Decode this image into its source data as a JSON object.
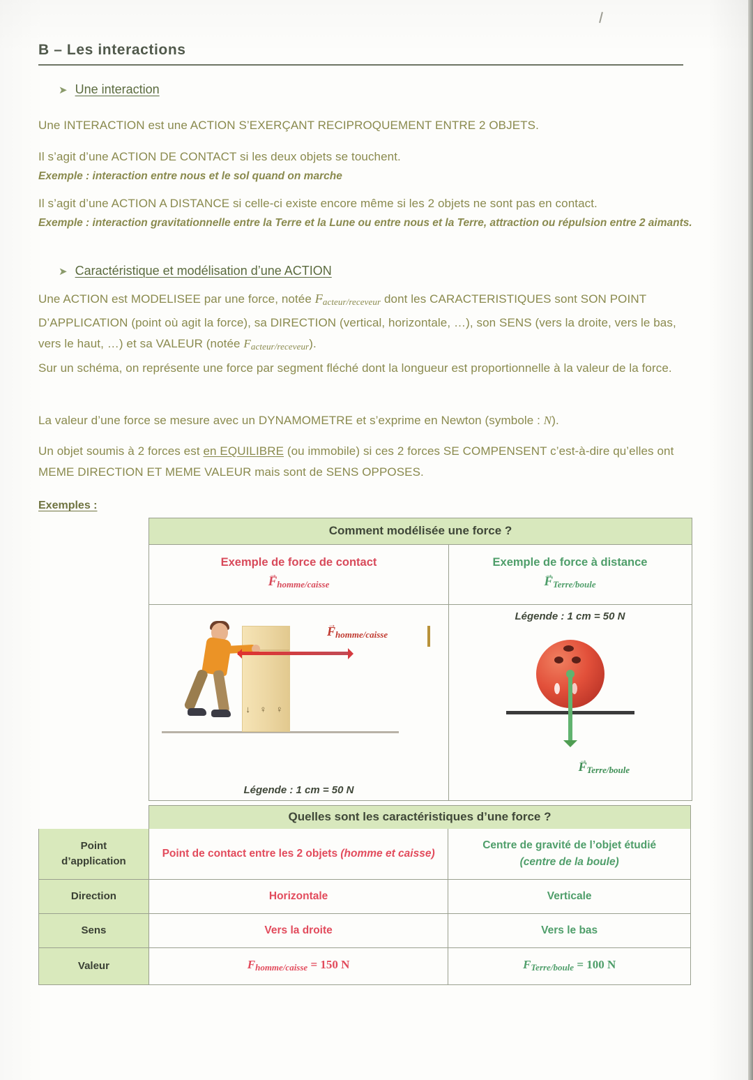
{
  "document": {
    "heading": "B – Les interactions",
    "sections": [
      {
        "bullet_label": "Une interaction",
        "paragraphs": [
          "Une INTERACTION est une ACTION S’EXERÇANT RECIPROQUEMENT ENTRE 2 OBJETS.",
          "Il s’agit d’une ACTION DE CONTACT si les deux objets se touchent.",
          "Il s’agit d’une ACTION A DISTANCE si celle-ci existe encore même si les 2 objets ne sont pas en contact."
        ],
        "examples": [
          "Exemple : interaction entre nous et le sol quand on marche",
          "Exemple : interaction gravitationnelle entre la Terre et la Lune ou entre nous et la Terre, attraction ou répulsion entre 2 aimants."
        ]
      },
      {
        "bullet_label": "Caractéristique et modélisation d’une ACTION",
        "p1_a": "Une ACTION est MODELISEE par une force, notée ",
        "p1_F": "F",
        "p1_sub": "acteur/receveur",
        "p1_b": " dont les CARACTERISTIQUES sont SON POINT D’APPLICATION (point où agit la force), sa DIRECTION (vertical, horizontale, …), son SENS (vers la droite, vers le bas, vers le haut, …) et sa VALEUR (notée ",
        "p1_F2": "F",
        "p1_sub2": "acteur/receveur",
        "p1_c": ").",
        "p2": "Sur un schéma, on représente une force par segment fléché dont la longueur est proportionnelle à la valeur de la force.",
        "p3_a": "La valeur d’une force se mesure avec un DYNAMOMETRE et s’exprime en Newton (symbole : ",
        "p3_N": "N",
        "p3_b": ").",
        "p4_a": "Un objet soumis à 2 forces est ",
        "p4_u": "en EQUILIBRE",
        "p4_b": " (ou immobile) si ces 2 forces SE COMPENSENT c’est-à-dire qu’elles ont MEME DIRECTION ET MEME VALEUR mais sont de SENS OPPOSES."
      }
    ],
    "examples_label": "Exemples :"
  },
  "table": {
    "header_top": "Comment modélisée une force ?",
    "header_bottom": "Quelles sont les caractéristiques d’une force ?",
    "col_left": {
      "title": "Exemple de force de contact",
      "force_symbol": "F",
      "force_sub": "homme/caisse",
      "legend": "Légende : 1 cm = 50 N",
      "arrow_label_F": "F",
      "arrow_label_sub": "homme/caisse",
      "box_marks": "↓ ♀ ♀"
    },
    "col_right": {
      "title": "Exemple de force à distance",
      "force_symbol": "F",
      "force_sub": "Terre/boule",
      "legend": "Légende : 1 cm = 50 N",
      "arrow_label_F": "F",
      "arrow_label_sub": "Terre/boule"
    },
    "rows": [
      {
        "label": "Point\nd’application",
        "left_main": "Point de contact entre les 2 objets ",
        "left_italic": "(homme et caisse)",
        "right_main": "Centre de gravité de l’objet étudié",
        "right_italic": "(centre de la boule)"
      },
      {
        "label": "Direction",
        "left_main": "Horizontale",
        "left_italic": "",
        "right_main": "Verticale",
        "right_italic": ""
      },
      {
        "label": "Sens",
        "left_main": "Vers la droite",
        "left_italic": "",
        "right_main": "Vers le bas",
        "right_italic": ""
      },
      {
        "label": "Valeur",
        "left_F": "F",
        "left_sub": "homme/caisse",
        "left_eq": " = 150 N",
        "right_F": "F",
        "right_sub": "Terre/boule",
        "right_eq": " = 100 N"
      }
    ]
  },
  "colors": {
    "heading": "#50594b",
    "body": "#8a8a4e",
    "bullet": "#5b6b3f",
    "red": "#e24b5c",
    "green": "#4f9e6a",
    "table_green_bg": "#d8e8bd",
    "table_border": "#9aa08f"
  }
}
